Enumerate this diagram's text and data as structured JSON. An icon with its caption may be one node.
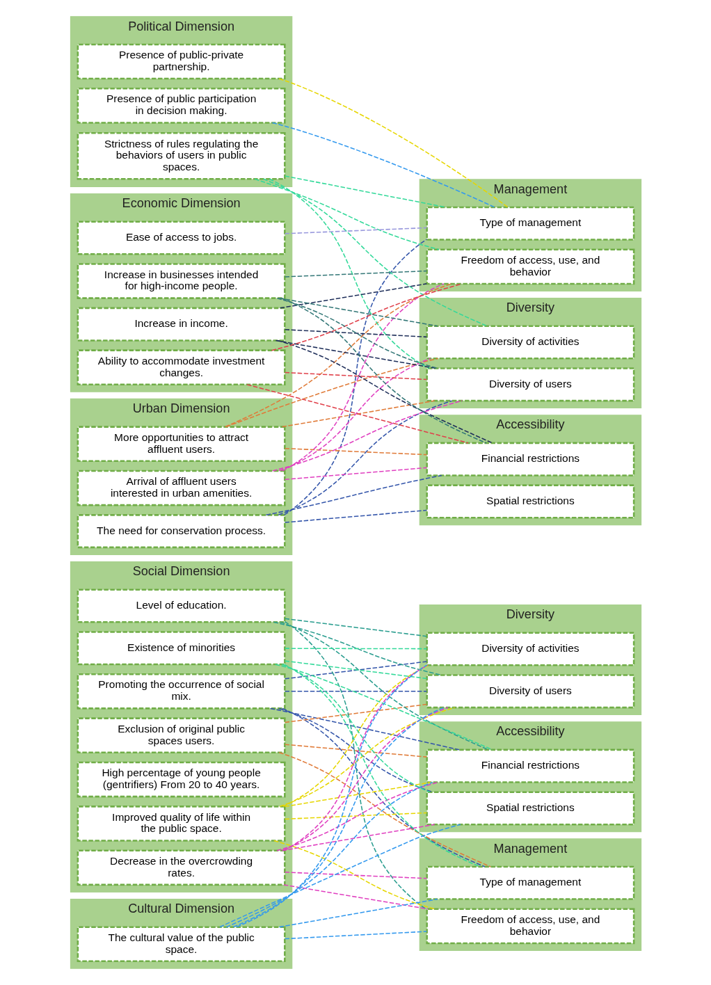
{
  "diagram": {
    "nodes": [
      {
        "text": [
          "Social Dimension"
        ]
      },
      {
        "text": [
          "Promoting the occurrence of social mix."
        ],
        "in": 0
      },
      {
        "text": [
          "Exclusion of original public spaces users."
        ],
        "in": 0
      },
      {
        "text": [
          "Level of education."
        ],
        "in": 0
      },
      {
        "text": [
          "Improved quality of life within the public space."
        ],
        "in": 0
      },
      {
        "text": [
          "High percentage of young people (gentrifiers) From 20 to 40 years."
        ],
        "in": 0
      },
      {
        "text": [
          "Decrease in the overcrowding rates."
        ],
        "in": 0
      },
      {
        "text": [
          "Existence of minorities"
        ],
        "in": 0
      },
      {
        "text": [
          "Cultural Dimension"
        ]
      },
      {
        "text": [
          "The cultural value of the public space."
        ],
        "in": 8
      },
      {
        "text": [
          "Diversity"
        ]
      },
      {
        "text": [
          "Diversity of activities"
        ],
        "in": 10
      },
      {
        "text": [
          "Diversity of users"
        ],
        "in": 10
      },
      {
        "text": [
          "Management"
        ]
      },
      {
        "text": [
          "Type of management"
        ],
        "in": 13
      },
      {
        "text": [
          "Freedom of access, use, and behavior"
        ],
        "in": 13
      },
      {
        "text": [
          "Accessibility"
        ]
      },
      {
        "text": [
          "Financial restrictions"
        ],
        "in": 16
      },
      {
        "text": [
          "Spatial restrictions"
        ],
        "in": 16
      },
      {
        "text": [
          "Urban Dimension"
        ]
      },
      {
        "text": [
          "The need for conservation process."
        ],
        "in": 19
      },
      {
        "text": [
          "More opportunities to attract affluent users."
        ],
        "in": 19
      },
      {
        "text": [
          "Arrival of affluent users interested in urban amenities."
        ],
        "in": 19
      },
      {
        "text": [
          "Political Dimension"
        ]
      },
      {
        "text": [
          "Presence of public-private partnership."
        ],
        "in": 23
      },
      {
        "text": [
          "Presence of public participation in decision making."
        ],
        "in": 23
      },
      {
        "text": [
          "Strictness of rules regulating the behaviors of users in public spaces."
        ],
        "in": 23
      },
      {
        "text": [
          "Economic Dimension"
        ]
      },
      {
        "text": [
          "Increase in income."
        ],
        "in": 27
      },
      {
        "text": [
          "Ease of access to jobs."
        ],
        "in": 27
      },
      {
        "text": [
          "Ability to accommodate investment changes."
        ],
        "in": 27
      },
      {
        "text": [
          "Increase in businesses intended for high-income people."
        ],
        "in": 27
      },
      {
        "text": [
          "Diversity"
        ]
      },
      {
        "text": [
          "Diversity of activities"
        ],
        "in": 32
      },
      {
        "text": [
          "Diversity of users"
        ],
        "in": 32
      },
      {
        "text": [
          "Management"
        ]
      },
      {
        "text": [
          "Type of management"
        ],
        "in": 35
      },
      {
        "text": [
          "Freedom of access, use, and behavior"
        ],
        "in": 35
      },
      {
        "text": [
          "Accessibility"
        ]
      },
      {
        "text": [
          "Financial restrictions"
        ],
        "in": 38
      },
      {
        "text": [
          "Spatial restrictions"
        ],
        "in": 38
      }
    ],
    "edges": [
      {
        "from": 1,
        "to": 11,
        "arrow": "none",
        "style": "dashed",
        "color": "#3355aa"
      },
      {
        "from": 1,
        "to": 12,
        "arrow": "none",
        "style": "dashed",
        "color": "#3355aa"
      },
      {
        "from": 1,
        "to": 14,
        "arrow": "none",
        "style": "dashed",
        "color": "#3355aa"
      },
      {
        "from": 1,
        "to": 17,
        "arrow": "none",
        "style": "dashed",
        "color": "#3355aa"
      },
      {
        "from": 1,
        "to": 18,
        "arrow": "none",
        "style": "dashed",
        "color": "#3355aa"
      },
      {
        "from": 2,
        "to": 12,
        "arrow": "none",
        "style": "dashed",
        "color": "#e07b39"
      },
      {
        "from": 2,
        "to": 14,
        "arrow": "none",
        "style": "dashed",
        "color": "#e07b39"
      },
      {
        "from": 2,
        "to": 17,
        "arrow": "none",
        "style": "dashed",
        "color": "#e07b39"
      },
      {
        "from": 3,
        "to": 11,
        "arrow": "none",
        "style": "dashed",
        "color": "#2a9d8f"
      },
      {
        "from": 3,
        "to": 12,
        "arrow": "none",
        "style": "dashed",
        "color": "#2a9d8f"
      },
      {
        "from": 3,
        "to": 15,
        "arrow": "none",
        "style": "dashed",
        "color": "#2a9d8f"
      },
      {
        "from": 3,
        "to": 17,
        "arrow": "none",
        "style": "dashed",
        "color": "#2a9d8f"
      },
      {
        "from": 4,
        "to": 11,
        "arrow": "none",
        "style": "dashed",
        "color": "#e6d600"
      },
      {
        "from": 4,
        "to": 12,
        "arrow": "none",
        "style": "dashed",
        "color": "#e6d600"
      },
      {
        "from": 4,
        "to": 15,
        "arrow": "none",
        "style": "dashed",
        "color": "#e6d600"
      },
      {
        "from": 4,
        "to": 17,
        "arrow": "none",
        "style": "dashed",
        "color": "#e6d600"
      },
      {
        "from": 4,
        "to": 18,
        "arrow": "none",
        "style": "dashed",
        "color": "#e6d600"
      },
      {
        "from": 6,
        "to": 11,
        "arrow": "none",
        "style": "dashed",
        "color": "#e040c0"
      },
      {
        "from": 6,
        "to": 12,
        "arrow": "none",
        "style": "dashed",
        "color": "#e040c0"
      },
      {
        "from": 6,
        "to": 14,
        "arrow": "none",
        "style": "dashed",
        "color": "#e040c0"
      },
      {
        "from": 6,
        "to": 15,
        "arrow": "none",
        "style": "dashed",
        "color": "#e040c0"
      },
      {
        "from": 6,
        "to": 17,
        "arrow": "none",
        "style": "dashed",
        "color": "#e040c0"
      },
      {
        "from": 6,
        "to": 18,
        "arrow": "none",
        "style": "dashed",
        "color": "#e040c0"
      },
      {
        "from": 7,
        "to": 11,
        "arrow": "none",
        "style": "dashed",
        "color": "#33d99a"
      },
      {
        "from": 7,
        "to": 12,
        "arrow": "none",
        "style": "dashed",
        "color": "#33d99a"
      },
      {
        "from": 7,
        "to": 14,
        "arrow": "none",
        "style": "dashed",
        "color": "#33d99a"
      },
      {
        "from": 7,
        "to": 17,
        "arrow": "none",
        "style": "dashed",
        "color": "#33d99a"
      },
      {
        "from": 7,
        "to": 18,
        "arrow": "none",
        "style": "dashed",
        "color": "#33d99a"
      },
      {
        "from": 9,
        "to": 11,
        "arrow": "none",
        "style": "dashed",
        "color": "#3399ee"
      },
      {
        "from": 9,
        "to": 12,
        "arrow": "none",
        "style": "dashed",
        "color": "#3399ee"
      },
      {
        "from": 9,
        "to": 14,
        "arrow": "none",
        "style": "dashed",
        "color": "#3399ee"
      },
      {
        "from": 9,
        "to": 15,
        "arrow": "none",
        "style": "dashed",
        "color": "#3399ee"
      },
      {
        "from": 9,
        "to": 17,
        "arrow": "none",
        "style": "dashed",
        "color": "#3399ee"
      },
      {
        "from": 9,
        "to": 18,
        "arrow": "none",
        "style": "dashed",
        "color": "#3399ee"
      },
      {
        "from": 20,
        "to": 34,
        "arrow": "none",
        "style": "dashed",
        "color": "#3355aa"
      },
      {
        "from": 20,
        "to": 36,
        "arrow": "none",
        "style": "dashed",
        "color": "#3355aa"
      },
      {
        "from": 20,
        "to": 39,
        "arrow": "none",
        "style": "dashed",
        "color": "#3355aa"
      },
      {
        "from": 20,
        "to": 40,
        "arrow": "none",
        "style": "dashed",
        "color": "#3355aa"
      },
      {
        "from": 21,
        "to": 33,
        "arrow": "none",
        "style": "dashed",
        "color": "#e07b39"
      },
      {
        "from": 21,
        "to": 34,
        "arrow": "none",
        "style": "dashed",
        "color": "#e07b39"
      },
      {
        "from": 21,
        "to": 37,
        "arrow": "none",
        "style": "dashed",
        "color": "#e07b39"
      },
      {
        "from": 21,
        "to": 39,
        "arrow": "none",
        "style": "dashed",
        "color": "#e07b39"
      },
      {
        "from": 22,
        "to": 33,
        "arrow": "none",
        "style": "dashed",
        "color": "#e040c0"
      },
      {
        "from": 22,
        "to": 34,
        "arrow": "none",
        "style": "dashed",
        "color": "#e040c0"
      },
      {
        "from": 22,
        "to": 37,
        "arrow": "none",
        "style": "dashed",
        "color": "#e040c0"
      },
      {
        "from": 22,
        "to": 39,
        "arrow": "none",
        "style": "dashed",
        "color": "#e040c0"
      },
      {
        "from": 24,
        "to": 36,
        "arrow": "none",
        "style": "dashed",
        "color": "#e6d600"
      },
      {
        "from": 25,
        "to": 36,
        "arrow": "none",
        "style": "dashed",
        "color": "#3399ee"
      },
      {
        "from": 26,
        "to": 33,
        "arrow": "none",
        "style": "dashed",
        "color": "#33d99a"
      },
      {
        "from": 26,
        "to": 34,
        "arrow": "none",
        "style": "dashed",
        "color": "#33d99a"
      },
      {
        "from": 26,
        "to": 36,
        "arrow": "none",
        "style": "dashed",
        "color": "#33d99a"
      },
      {
        "from": 26,
        "to": 37,
        "arrow": "none",
        "style": "dashed",
        "color": "#33d99a"
      },
      {
        "from": 28,
        "to": 33,
        "arrow": "none",
        "style": "dashed",
        "color": "#1f2f5a"
      },
      {
        "from": 28,
        "to": 34,
        "arrow": "none",
        "style": "dashed",
        "color": "#1f2f5a"
      },
      {
        "from": 28,
        "to": 37,
        "arrow": "none",
        "style": "dashed",
        "color": "#1f2f5a"
      },
      {
        "from": 28,
        "to": 39,
        "arrow": "none",
        "style": "dashed",
        "color": "#1f2f5a"
      },
      {
        "from": 29,
        "to": 36,
        "arrow": "none",
        "style": "dashed",
        "color": "#9999dd"
      },
      {
        "from": 30,
        "to": 34,
        "arrow": "none",
        "style": "dashed",
        "color": "#e0404a"
      },
      {
        "from": 30,
        "to": 37,
        "arrow": "none",
        "style": "dashed",
        "color": "#e0404a"
      },
      {
        "from": 30,
        "to": 39,
        "arrow": "none",
        "style": "dashed",
        "color": "#e0404a"
      },
      {
        "from": 31,
        "to": 33,
        "arrow": "none",
        "style": "dashed",
        "color": "#337777"
      },
      {
        "from": 31,
        "to": 34,
        "arrow": "none",
        "style": "dashed",
        "color": "#337777"
      },
      {
        "from": 31,
        "to": 37,
        "arrow": "none",
        "style": "dashed",
        "color": "#337777"
      },
      {
        "from": 31,
        "to": 39,
        "arrow": "none",
        "style": "dashed",
        "color": "#337777"
      }
    ]
  }
}
